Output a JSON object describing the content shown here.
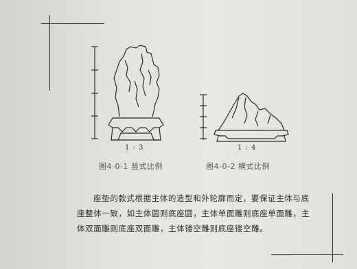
{
  "figures": [
    {
      "ratio": "1 : 3",
      "caption": "图4-0-1   竖式比例"
    },
    {
      "ratio": "1 : 4",
      "caption": "图4-0-2   横式比例"
    }
  ],
  "paragraph": {
    "lines": [
      "座垫的款式根据主体的造型和外轮廓而定，要保证主体与底",
      "座整体一致，如主体圆则底座圆，主体单面雕则底座单面雕，主",
      "体双面雕则底座双面雕，主体镂空雕则底座镂空雕。"
    ]
  }
}
